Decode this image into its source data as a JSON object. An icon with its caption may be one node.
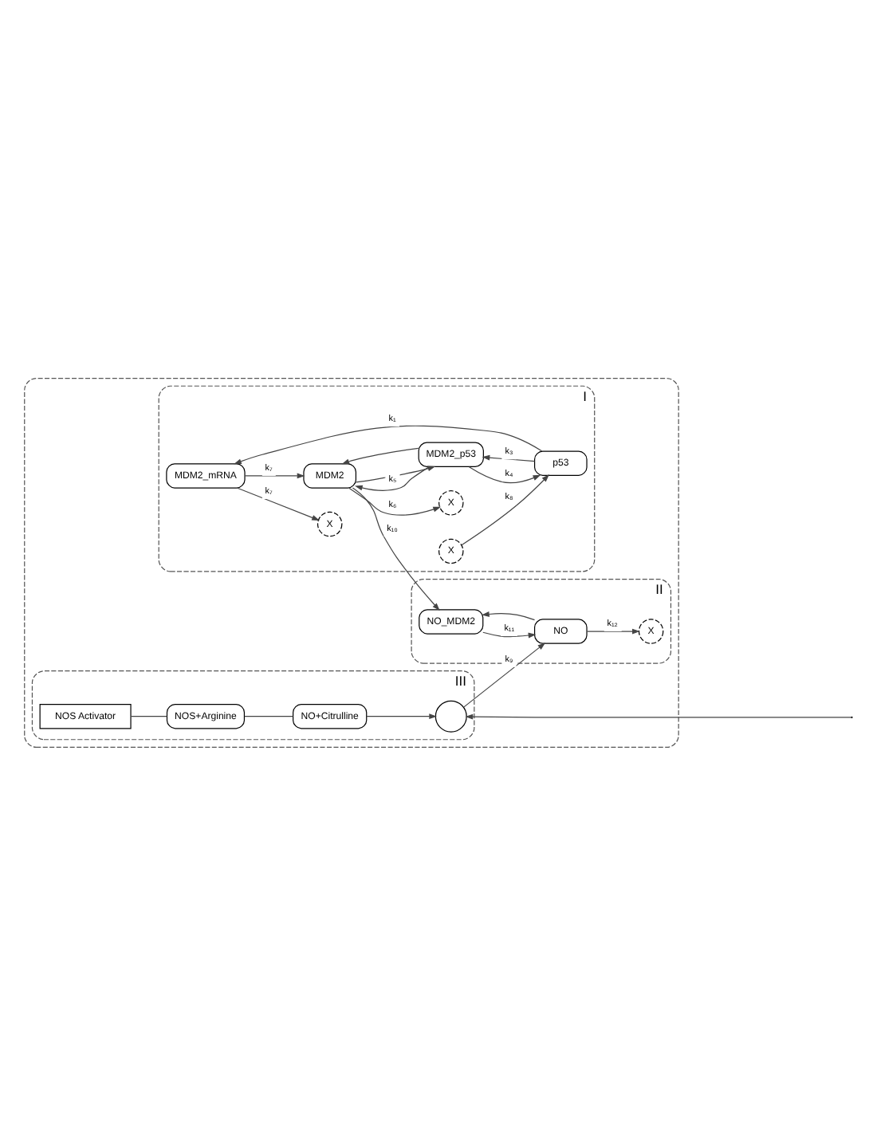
{
  "diagram": {
    "nodes": [
      {
        "text": [],
        "shape": "box"
      },
      {
        "text": [
          "I"
        ],
        "in": 0
      },
      {
        "text": [
          "X"
        ],
        "in": 1
      },
      {
        "text": [
          "MDM2_mRNA"
        ],
        "in": 1
      },
      {
        "text": [
          "X"
        ],
        "in": 1
      },
      {
        "text": [
          "p53"
        ],
        "in": 1
      },
      {
        "text": [
          "MDM2"
        ],
        "in": 1
      },
      {
        "text": [
          "MDM2_p53"
        ],
        "in": 1
      },
      {
        "text": [
          "X"
        ],
        "in": 1
      },
      {
        "text": [
          "II"
        ],
        "in": 0
      },
      {
        "text": [
          "NO_MDM2"
        ],
        "in": 9
      },
      {
        "text": [
          "NO"
        ],
        "in": 9
      },
      {
        "text": [
          "X"
        ],
        "in": 9
      },
      {
        "text": [
          "III"
        ],
        "in": 0
      },
      {
        "text": [],
        "shape": "circle",
        "in": 13
      },
      {
        "text": [
          "NO+Citrulline"
        ],
        "in": 13
      },
      {
        "text": [
          "NOS+Arginine"
        ],
        "in": 13
      },
      {
        "text": [
          "NOS Activator"
        ],
        "in": 13
      }
    ],
    "edges": [
      {
        "from": 3,
        "to": 2,
        "arrow": "to",
        "label": "k₇"
      },
      {
        "from": 5,
        "to": 3,
        "arrow": "to",
        "label": "k₁"
      },
      {
        "from": 3,
        "to": 6,
        "arrow": "to",
        "label": "k₇"
      },
      {
        "from": 4,
        "to": 5,
        "arrow": "to",
        "label": "k₈"
      },
      {
        "from": 5,
        "to": 7,
        "arrow": "to",
        "label": "k₃"
      },
      {
        "from": 6,
        "to": 7,
        "arrow": "to"
      },
      {
        "from": 7,
        "to": 5,
        "arrow": "to",
        "label": "k₄"
      },
      {
        "from": 7,
        "to": 6,
        "arrow": "to"
      },
      {
        "from": 7,
        "to": 6,
        "arrow": "to",
        "label": "k₅"
      },
      {
        "from": 6,
        "to": 8,
        "arrow": "to",
        "label": "k₆"
      },
      {
        "from": 6,
        "to": 10,
        "arrow": "to",
        "label": "k₁₀"
      },
      {
        "from": 11,
        "to": 10,
        "arrow": "to"
      },
      {
        "from": 10,
        "to": 11,
        "arrow": "to",
        "label": "k₁₁"
      },
      {
        "from": 11,
        "to": 12,
        "arrow": "to",
        "label": "k₁₂"
      },
      {
        "from": 14,
        "to": 11,
        "arrow": "to",
        "label": "k₉"
      },
      {
        "from": null,
        "to": 14,
        "arrow": "to"
      },
      {
        "from": 15,
        "to": 14,
        "arrow": "to"
      },
      {
        "from": 16,
        "to": 15,
        "arrow": "none"
      },
      {
        "from": 17,
        "to": 16,
        "arrow": "none"
      }
    ]
  }
}
